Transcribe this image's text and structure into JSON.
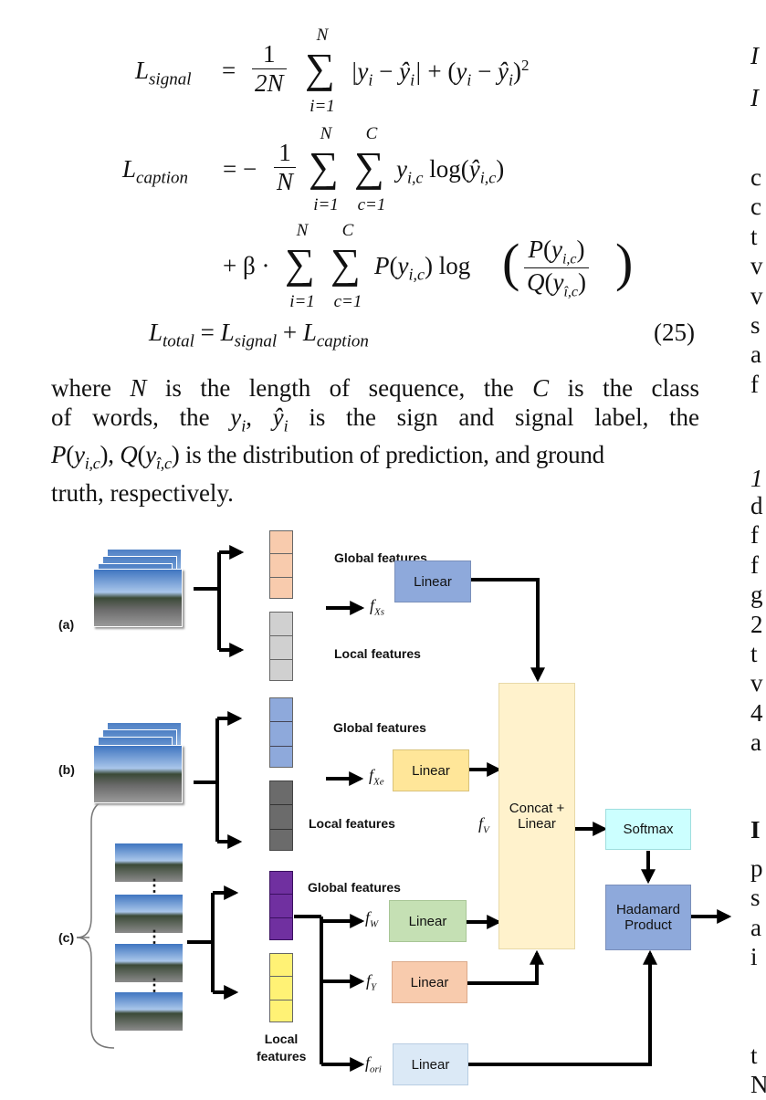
{
  "equations": {
    "signal": {
      "lhs": "signal",
      "coef_num": "1",
      "coef_den": "2N",
      "sum_top": "N",
      "sum_bottom": "i=1"
    },
    "caption": {
      "lhs": "caption",
      "coef_num": "1",
      "coef_den": "N",
      "sum1_top": "N",
      "sum1_bottom": "i=1",
      "sum2_top": "C",
      "sum2_bottom": "c=1",
      "line2_sum1_top": "N",
      "line2_sum1_bottom": "i=1",
      "line2_sum2_top": "C",
      "line2_sum2_bottom": "c=1"
    },
    "total": {
      "lhs": "total",
      "rhs1": "signal",
      "rhs2": "caption"
    },
    "number": "(25)"
  },
  "paragraph": {
    "line1": "where N is the length of sequence, the C is the class",
    "line2": "of words, the y_i, ŷ_i is the sign and signal label, the",
    "line3_tail": "is the distribution of prediction, and ground",
    "line4": "truth, respectively."
  },
  "right_column_fragments": [
    "c",
    "c",
    "t",
    "v",
    "v",
    "s",
    "a",
    "f",
    "d",
    "f",
    "f",
    "g",
    "2",
    "t",
    "v",
    "4",
    "a",
    "I",
    "p",
    "s",
    "a",
    "i",
    "t",
    "N"
  ],
  "figure": {
    "row_labels": [
      "(a)",
      "(b)",
      "(c)"
    ],
    "global_label": "Global features",
    "local_label": "Local features",
    "local_label_c": [
      "Local",
      "features"
    ],
    "linear_label": "Linear",
    "concat_label": [
      "Concat +",
      "Linear"
    ],
    "softmax_label": "Softmax",
    "hadamard_label": [
      "Hadamard",
      "Product"
    ],
    "f_symbols": {
      "fxs": "Xs",
      "fxe": "Xe",
      "fv": "V",
      "fw": "W",
      "fy": "Y",
      "fori": "ori"
    },
    "colors": {
      "peach": "#f8cbad",
      "gray_light": "#d0d0d0",
      "blue": "#8ea9db",
      "gray_dark": "#6b6b6b",
      "purple": "#7030a0",
      "yellow": "#fff275",
      "linear_blue": "#8ea9db",
      "linear_yellow": "#ffe699",
      "linear_green": "#c5e0b4",
      "linear_peach": "#f8cbad",
      "linear_light": "#dbe9f6",
      "concat": "#fff2cc",
      "softmax": "#ccffff",
      "hadamard": "#8ea9db"
    }
  }
}
